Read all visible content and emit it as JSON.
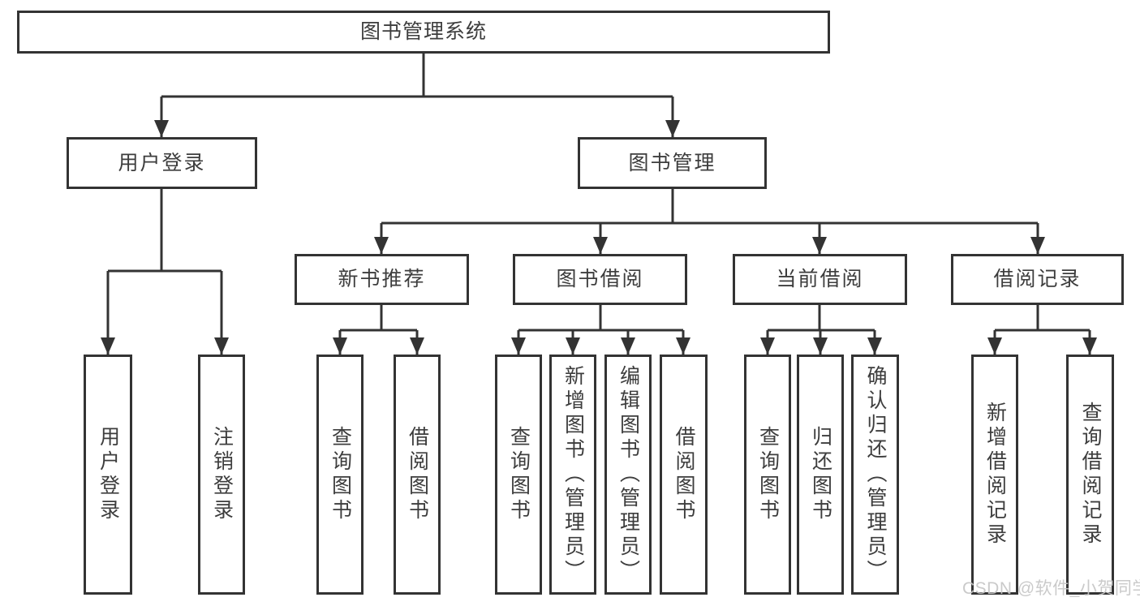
{
  "diagram": {
    "root": {
      "label": "图书管理系统"
    },
    "login_branch": {
      "label": "用户登录",
      "children": [
        {
          "label": "用户登录"
        },
        {
          "label": "注销登录"
        }
      ]
    },
    "management_branch": {
      "label": "图书管理",
      "modules": [
        {
          "label": "新书推荐",
          "children": [
            {
              "label": "查询图书"
            },
            {
              "label": "借阅图书"
            }
          ]
        },
        {
          "label": "图书借阅",
          "children": [
            {
              "label": "查询图书"
            },
            {
              "label": "新增图书（管理员）"
            },
            {
              "label": "编辑图书（管理员）"
            },
            {
              "label": "借阅图书"
            }
          ]
        },
        {
          "label": "当前借阅",
          "children": [
            {
              "label": "查询图书"
            },
            {
              "label": "归还图书"
            },
            {
              "label": "确认归还（管理员）"
            }
          ]
        },
        {
          "label": "借阅记录",
          "children": [
            {
              "label": "新增借阅记录"
            },
            {
              "label": "查询借阅记录"
            }
          ]
        }
      ]
    }
  },
  "watermark": {
    "text": "CSDN @软件_小贺同学"
  },
  "colors": {
    "line": "#333333",
    "box_border": "#333333",
    "text": "#3d3d3d",
    "watermark": "#c6c6c6",
    "background": "#ffffff"
  }
}
